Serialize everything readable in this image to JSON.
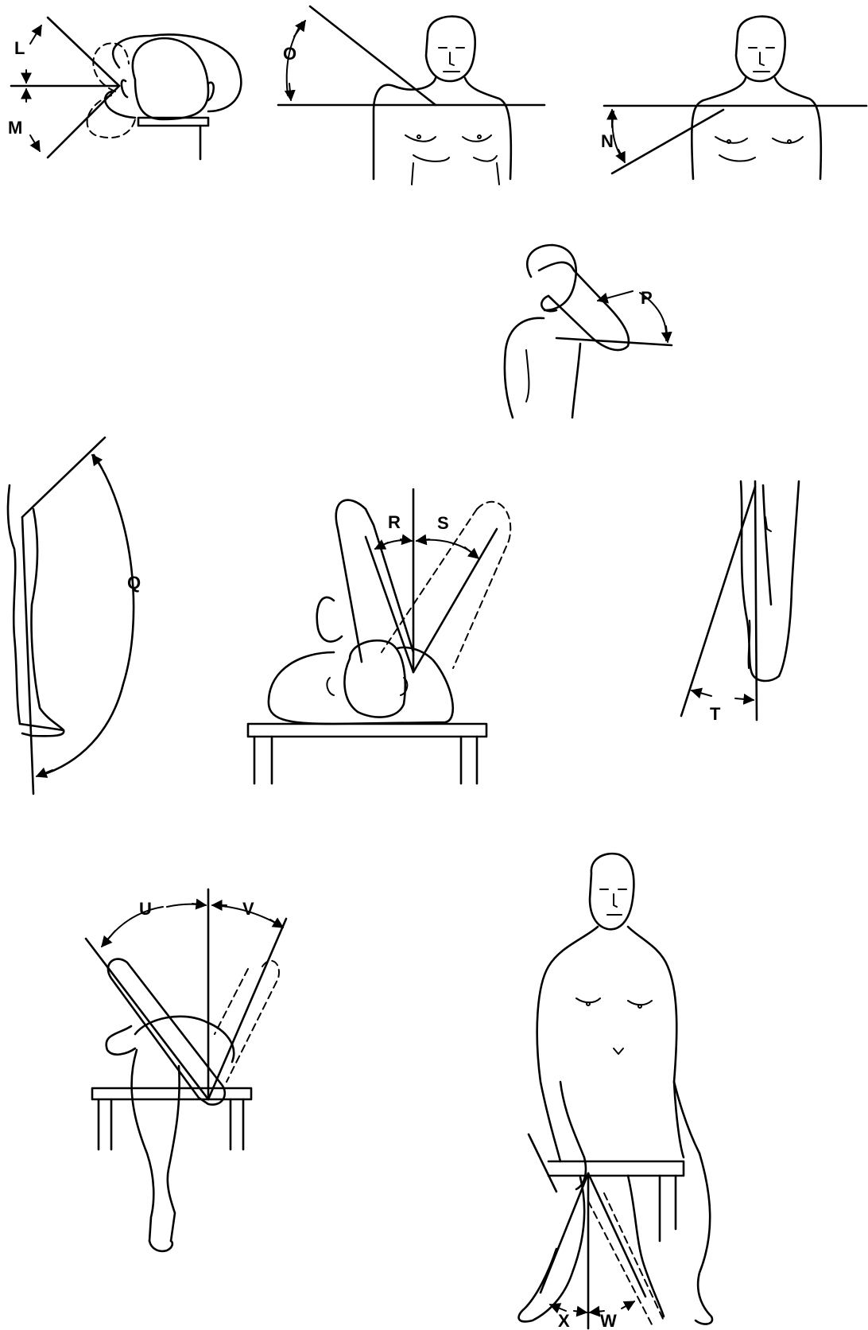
{
  "figure": {
    "background": "#ffffff",
    "ink": "#000000",
    "labels": {
      "L": "L",
      "M": "M",
      "O": "O",
      "N": "N",
      "P": "P",
      "Q": "Q",
      "R": "R",
      "S": "S",
      "T": "T",
      "U": "U",
      "V": "V",
      "X": "X",
      "W": "W"
    }
  }
}
